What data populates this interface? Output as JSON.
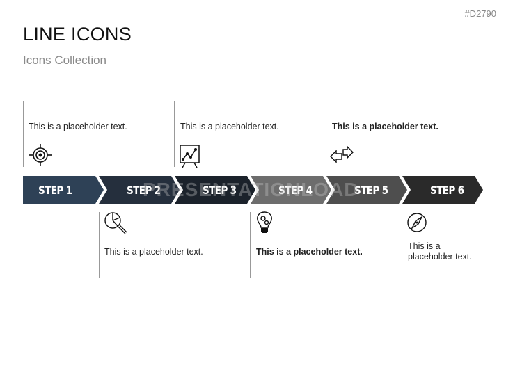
{
  "code": "#D2790",
  "title": "LINE ICONS",
  "subtitle": "Icons Collection",
  "watermark": "PRESENTATIONLOAD",
  "steps": [
    {
      "label": "STEP 1",
      "color": "#2e4156",
      "text": "This is a placeholder text.",
      "bold": false,
      "icon": "target-icon",
      "position": "top"
    },
    {
      "label": "STEP 2",
      "color": "#252f3d",
      "text": "This is a placeholder text.",
      "bold": false,
      "icon": "pie-chart-magnifier-icon",
      "position": "bottom"
    },
    {
      "label": "STEP 3",
      "color": "#1b222b",
      "text": "This is a placeholder text.",
      "bold": false,
      "icon": "presentation-chart-icon",
      "position": "top"
    },
    {
      "label": "STEP 4",
      "color": "#6d6d6d",
      "text": "This is a placeholder text.",
      "bold": true,
      "icon": "lightbulb-gears-icon",
      "position": "bottom"
    },
    {
      "label": "STEP 5",
      "color": "#4e4e4e",
      "text": "This is a placeholder text.",
      "bold": true,
      "icon": "exchange-arrows-icon",
      "position": "top"
    },
    {
      "label": "STEP 6",
      "color": "#2a2a2a",
      "text": "This is a placeholder text.",
      "bold": false,
      "icon": "compass-icon",
      "position": "bottom"
    }
  ]
}
